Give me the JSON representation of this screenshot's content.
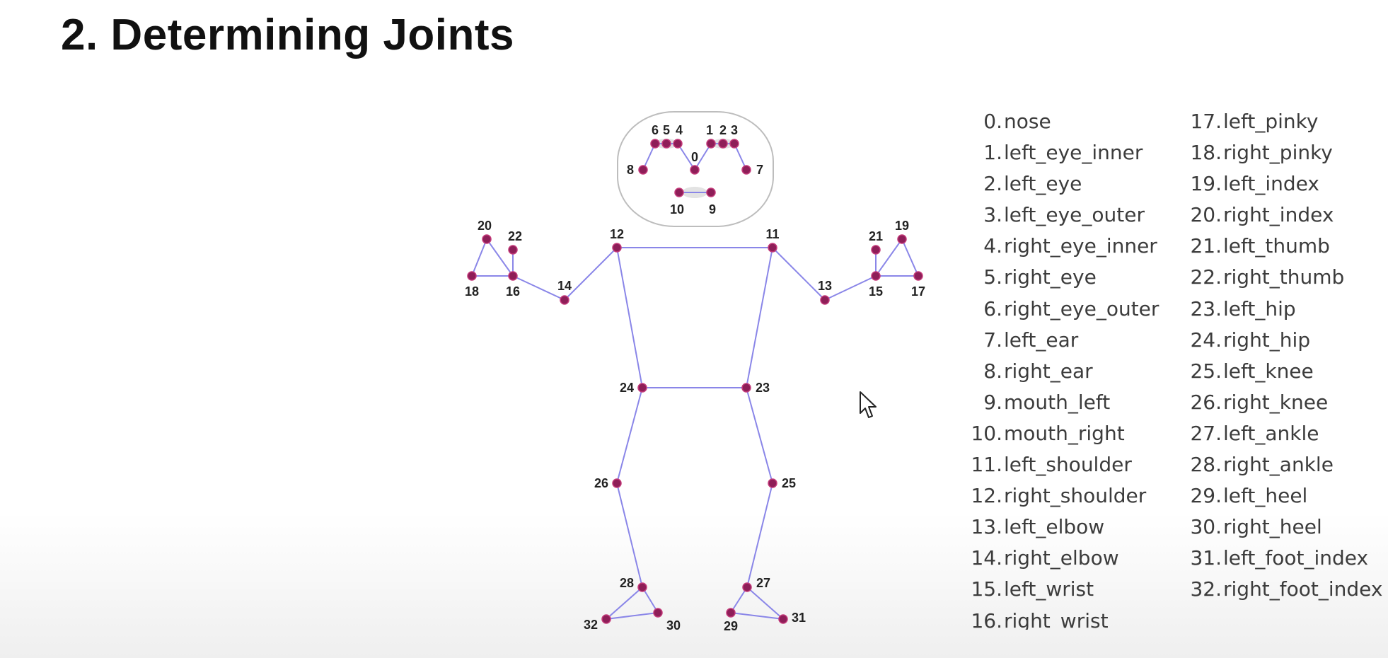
{
  "title": "2. Determining Joints",
  "colors": {
    "joint_fill": "#8e1e58",
    "joint_stroke": "#c43a7a",
    "bone": "#8a86e8",
    "head_outline": "#bdbdbd",
    "legend_text": "#3c3c3c"
  },
  "landmarks": [
    {
      "index": 0,
      "name": "nose"
    },
    {
      "index": 1,
      "name": "left_eye_inner"
    },
    {
      "index": 2,
      "name": "left_eye"
    },
    {
      "index": 3,
      "name": "left_eye_outer"
    },
    {
      "index": 4,
      "name": "right_eye_inner"
    },
    {
      "index": 5,
      "name": "right_eye"
    },
    {
      "index": 6,
      "name": "right_eye_outer"
    },
    {
      "index": 7,
      "name": "left_ear"
    },
    {
      "index": 8,
      "name": "right_ear"
    },
    {
      "index": 9,
      "name": "mouth_left"
    },
    {
      "index": 10,
      "name": "mouth_right"
    },
    {
      "index": 11,
      "name": "left_shoulder"
    },
    {
      "index": 12,
      "name": "right_shoulder"
    },
    {
      "index": 13,
      "name": "left_elbow"
    },
    {
      "index": 14,
      "name": "right_elbow"
    },
    {
      "index": 15,
      "name": "left_wrist"
    },
    {
      "index": 16,
      "name": "right_wrist"
    },
    {
      "index": 17,
      "name": "left_pinky"
    },
    {
      "index": 18,
      "name": "right_pinky"
    },
    {
      "index": 19,
      "name": "left_index"
    },
    {
      "index": 20,
      "name": "right_index"
    },
    {
      "index": 21,
      "name": "left_thumb"
    },
    {
      "index": 22,
      "name": "right_thumb"
    },
    {
      "index": 23,
      "name": "left_hip"
    },
    {
      "index": 24,
      "name": "right_hip"
    },
    {
      "index": 25,
      "name": "left_knee"
    },
    {
      "index": 26,
      "name": "right_knee"
    },
    {
      "index": 27,
      "name": "left_ankle"
    },
    {
      "index": 28,
      "name": "right_ankle"
    },
    {
      "index": 29,
      "name": "left_heel"
    },
    {
      "index": 30,
      "name": "right_heel"
    },
    {
      "index": 31,
      "name": "left_foot_index"
    },
    {
      "index": 32,
      "name": "right_foot_index"
    }
  ],
  "connections": [
    [
      0,
      1
    ],
    [
      1,
      2
    ],
    [
      2,
      3
    ],
    [
      3,
      7
    ],
    [
      0,
      4
    ],
    [
      4,
      5
    ],
    [
      5,
      6
    ],
    [
      6,
      8
    ],
    [
      9,
      10
    ],
    [
      11,
      12
    ],
    [
      11,
      13
    ],
    [
      13,
      15
    ],
    [
      15,
      17
    ],
    [
      15,
      19
    ],
    [
      15,
      21
    ],
    [
      17,
      19
    ],
    [
      12,
      14
    ],
    [
      14,
      16
    ],
    [
      16,
      18
    ],
    [
      16,
      20
    ],
    [
      16,
      22
    ],
    [
      18,
      20
    ],
    [
      11,
      23
    ],
    [
      12,
      24
    ],
    [
      23,
      24
    ],
    [
      23,
      25
    ],
    [
      24,
      26
    ],
    [
      25,
      27
    ],
    [
      26,
      28
    ],
    [
      27,
      29
    ],
    [
      27,
      31
    ],
    [
      29,
      31
    ],
    [
      28,
      30
    ],
    [
      28,
      32
    ],
    [
      30,
      32
    ]
  ],
  "cursor_icon": "mouse-pointer-icon"
}
